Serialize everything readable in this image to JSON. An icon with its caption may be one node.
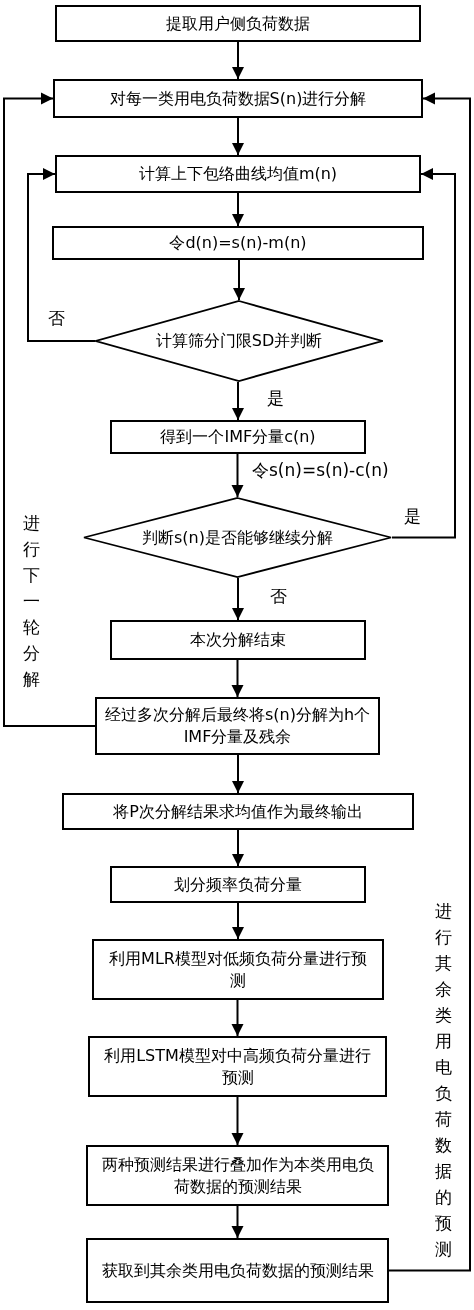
{
  "diagram": {
    "nodes": [
      {
        "text": [
          "提取用户侧负荷数据"
        ]
      },
      {
        "text": [
          "对每一类用电负荷数据S(n)进行分解"
        ]
      },
      {
        "text": [
          "计算上下包络曲线均值m(n)"
        ]
      },
      {
        "text": [
          "令d(n)=s(n)-m(n)"
        ]
      },
      {
        "text": [
          "计算筛分门限SD并判断"
        ]
      },
      {
        "text": [
          "得到一个IMF分量c(n)"
        ]
      },
      {
        "text": [
          "判断s(n)是否能够继续分解"
        ]
      },
      {
        "text": [
          "本次分解结束"
        ]
      },
      {
        "text": [
          "经过多次分解后最终将s(n)分解为h个IMF分量及残余"
        ]
      },
      {
        "text": [
          "将P次分解结果求均值作为最终输出"
        ]
      },
      {
        "text": [
          "划分频率负荷分量"
        ]
      },
      {
        "text": [
          "利用MLR模型对低频负荷分量进行预测"
        ]
      },
      {
        "text": [
          "利用LSTM模型对中高频负荷分量进行预测"
        ]
      },
      {
        "text": [
          "两种预测结果进行叠加作为本类用电负荷数据的预测结果"
        ]
      },
      {
        "text": [
          "获取到其余类用电负荷数据的预测结果"
        ]
      }
    ],
    "edges": [
      {
        "from": 0,
        "to": 1,
        "arrow": "to"
      },
      {
        "from": 1,
        "to": 2,
        "arrow": "to"
      },
      {
        "from": 2,
        "to": 3,
        "arrow": "to"
      },
      {
        "from": 3,
        "to": 4,
        "arrow": "to"
      },
      {
        "from": 4,
        "to": 5,
        "arrow": "to",
        "label": "是"
      },
      {
        "from": 4,
        "to": 2,
        "arrow": "to",
        "label": "否"
      },
      {
        "from": 5,
        "to": 6,
        "arrow": "to",
        "label": "令s(n)=s(n)-c(n)"
      },
      {
        "from": 6,
        "to": 2,
        "arrow": "to",
        "label": "是"
      },
      {
        "from": 6,
        "to": 7,
        "arrow": "to",
        "label": "否"
      },
      {
        "from": 7,
        "to": 8,
        "arrow": "to"
      },
      {
        "from": 8,
        "to": 1,
        "arrow": "to",
        "label": "进行下一轮分解"
      },
      {
        "from": 8,
        "to": 9,
        "arrow": "to"
      },
      {
        "from": 9,
        "to": 10,
        "arrow": "to"
      },
      {
        "from": 10,
        "to": 11,
        "arrow": "to"
      },
      {
        "from": 11,
        "to": 12,
        "arrow": "to"
      },
      {
        "from": 12,
        "to": 13,
        "arrow": "to"
      },
      {
        "from": 13,
        "to": 14,
        "arrow": "to"
      },
      {
        "from": 14,
        "to": 1,
        "arrow": "to",
        "label": "进行其余类用电负荷数据的预测"
      }
    ]
  }
}
